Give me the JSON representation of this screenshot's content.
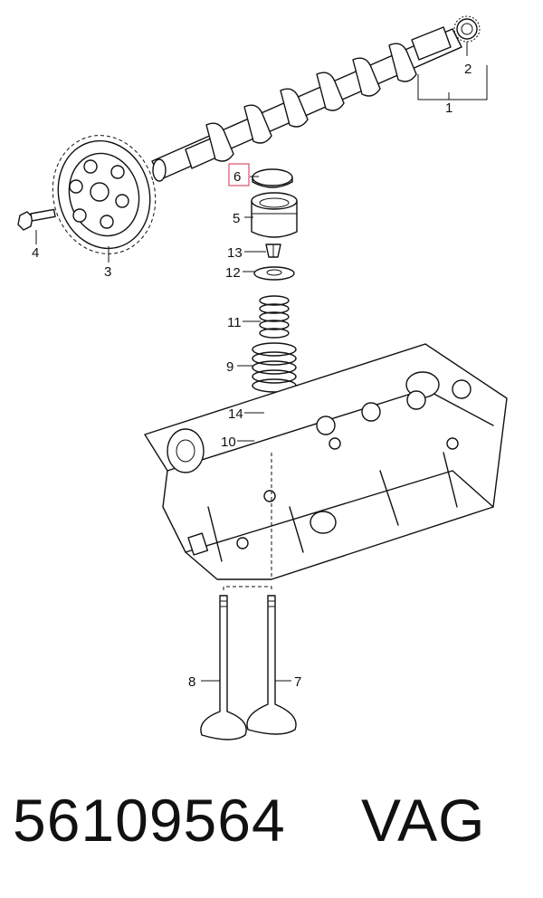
{
  "callouts": {
    "c1": "1",
    "c2": "2",
    "c3": "3",
    "c4": "4",
    "c5": "5",
    "c6": "6",
    "c7": "7",
    "c8": "8",
    "c9": "9",
    "c10": "10",
    "c11": "11",
    "c12": "12",
    "c13": "13",
    "c14": "14"
  },
  "highlight_color": "#e0506a",
  "caption": {
    "part_number": "56109564",
    "brand": "VAG"
  }
}
